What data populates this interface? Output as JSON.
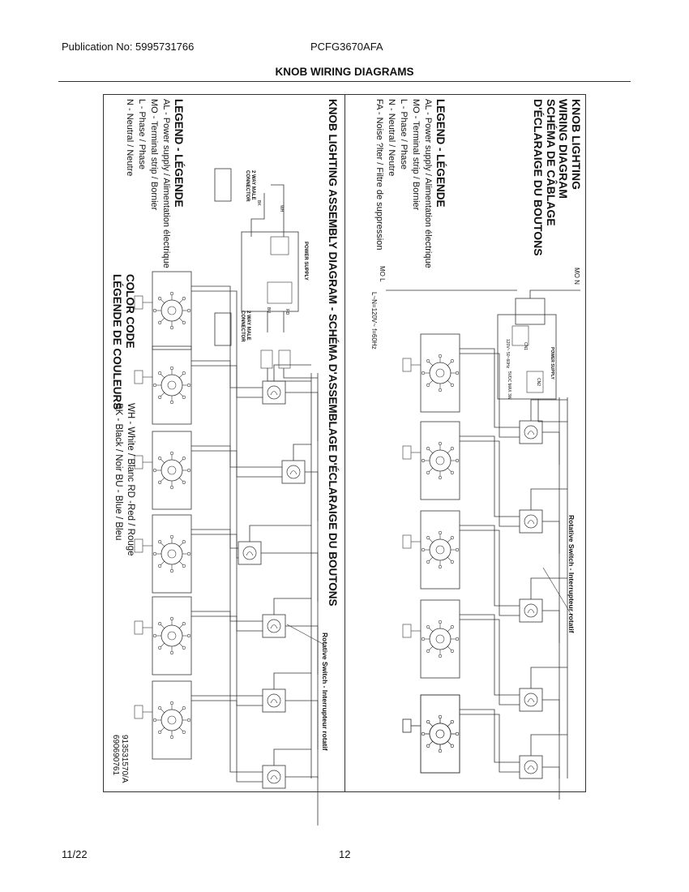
{
  "header": {
    "publication": "Publication No: 5995731766",
    "model": "PCFG3670AFA",
    "title": "KNOB WIRING DIAGRAMS"
  },
  "footer": {
    "date": "11/22",
    "page": "12"
  },
  "right_panel": {
    "title_lines": [
      "KNOB LIGHTING",
      "WIRING DIAGRAM",
      "SCHÉMA DE CÂBLAGE",
      "D'ÉCLARAIGE DU BOUTONS"
    ],
    "legend_title": "LEGEND - LÉGENDE",
    "legend_items": [
      "AL - Power supply / Alimentation électrique",
      "MO - Terminal strip / Bornier",
      "L - Phase / Phase",
      "N - Neutral / Neutre",
      "FA - Noise ?lter / Filtre de suppression"
    ],
    "power_supply_label": "POWER SUPPLY",
    "mo_n": "MO  N",
    "mo_l": "MO  L",
    "mains": "L~N=120V~ f=60Hz",
    "rotative_switch": "Rotative Switch - Interrupteur rotatif",
    "ps_cn1": "CN1",
    "ps_cn2": "CN2",
    "ps_rating": "120V~ 50~60Hz",
    "ps_out": "5VDC MAX 3W"
  },
  "left_panel": {
    "title": "KNOB LIGHTING ASSEMBLY DIAGRAM - SCHÉMA D'ASSEMBLAGE D'ÉCLARAIGE DU BOUTONS",
    "legend_title": "LEGEND - LÉGENDE",
    "legend_items": [
      "AL - Power supply / Alimentation électrique",
      "MO - Terminal strip / Bornier",
      "L - Phase / Phase",
      "N - Neutral / Neutre"
    ],
    "connector_label_1": "2 WAY MALE CONNECTOR",
    "connector_label_2": "2 WAY MALE CONNECTOR",
    "power_supply_label": "POWER SUPPLY",
    "color_code_title": "COLOR CODE",
    "color_code_title_fr": "LÉGENDE DE COULEURS",
    "color_code_1": "WH - White / Blanc  RD -Red / Rouge",
    "color_code_2": "BK - Black / Noir  BU - Blue / Bleu",
    "rotative_switch": "Rotative Switch - Interrupteur rotatif",
    "wire_wh": "WH",
    "wire_bk": "BK",
    "wire_bu": "BU",
    "wire_rd": "RD",
    "doc_number_1": "913531570/A",
    "doc_number_2": "690690761"
  },
  "colors": {
    "line": "#333333",
    "frame": "#333333"
  }
}
